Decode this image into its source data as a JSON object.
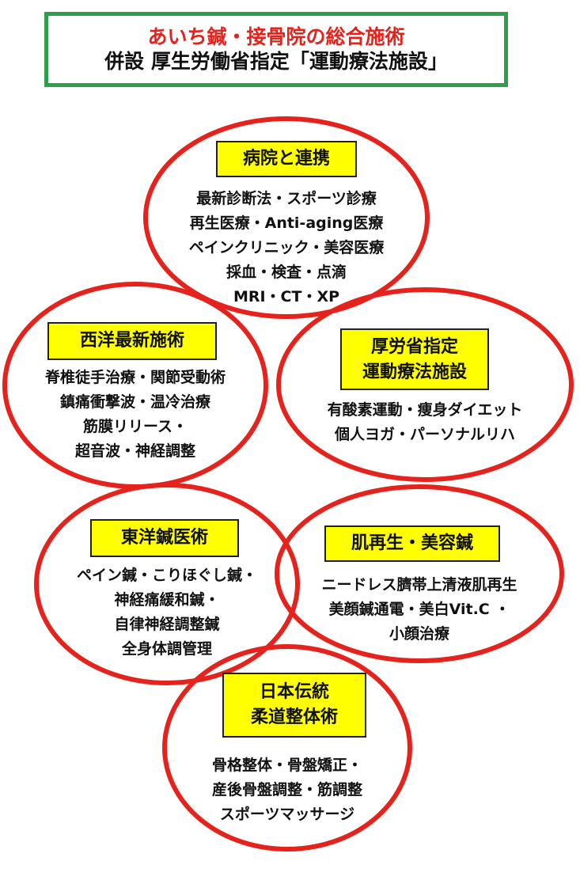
{
  "header": {
    "line1": "あいち鍼・接骨院の総合施術",
    "line2": "併設 厚生労働省指定「運動療法施設」"
  },
  "colors": {
    "ring": "#e5221b",
    "label_bg": "#ffff00",
    "header_border": "#2e9e4a"
  },
  "nodes": [
    {
      "id": "hospital",
      "label": [
        "病院と連携"
      ],
      "lines": [
        "最新診断法・スポーツ診療",
        "再生医療・Anti-aging医療",
        "ペインクリニック・美容医療",
        "採血・検査・点滴",
        "MRI・CT・XP"
      ]
    },
    {
      "id": "western",
      "label": [
        "西洋最新施術"
      ],
      "lines": [
        "脊椎徒手治療・関節受動術",
        "鎮痛衝撃波・温冷治療",
        "筋膜リリース・",
        "超音波・神経調整"
      ]
    },
    {
      "id": "mhlw",
      "label": [
        "厚労省指定",
        "運動療法施設"
      ],
      "lines": [
        "有酸素運動・痩身ダイエット",
        "個人ヨガ・パーソナルリハ"
      ]
    },
    {
      "id": "eastern",
      "label": [
        "東洋鍼医術"
      ],
      "lines": [
        "ペイン鍼・こりほぐし鍼・",
        "神経痛緩和鍼・",
        "自律神経調整鍼",
        "全身体調管理"
      ]
    },
    {
      "id": "beauty",
      "label": [
        "肌再生・美容鍼"
      ],
      "lines": [
        "ニードレス臍帯上清液肌再生",
        "美顔鍼通電・美白Vit.C ・",
        "小顔治療"
      ]
    },
    {
      "id": "judo",
      "label": [
        "日本伝統",
        "柔道整体術"
      ],
      "lines": [
        "骨格整体・骨盤矯正・",
        "産後骨盤調整・筋調整",
        "スポーツマッサージ"
      ]
    }
  ]
}
